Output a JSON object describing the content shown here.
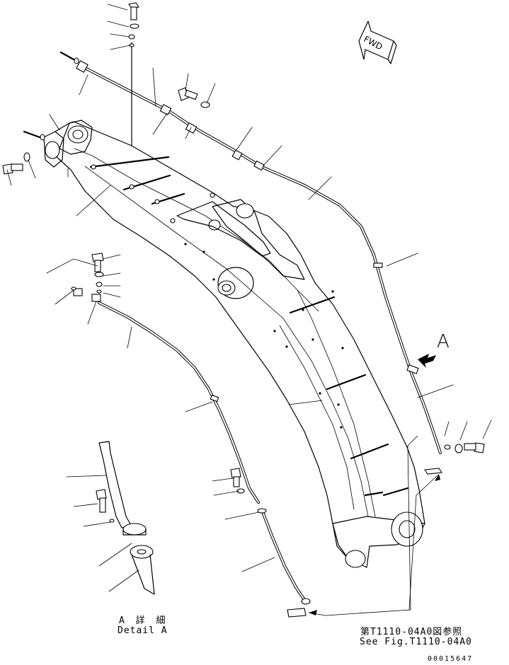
{
  "labels": {
    "fwd": "FWD",
    "view_letter": "A",
    "detail_jp": "A 詳 細",
    "detail_en": "Detail A",
    "reference_jp": "第T1110-04A0図参照",
    "reference_en": "See Fig.T1110-04A0",
    "drawing_number": "00015647"
  }
}
